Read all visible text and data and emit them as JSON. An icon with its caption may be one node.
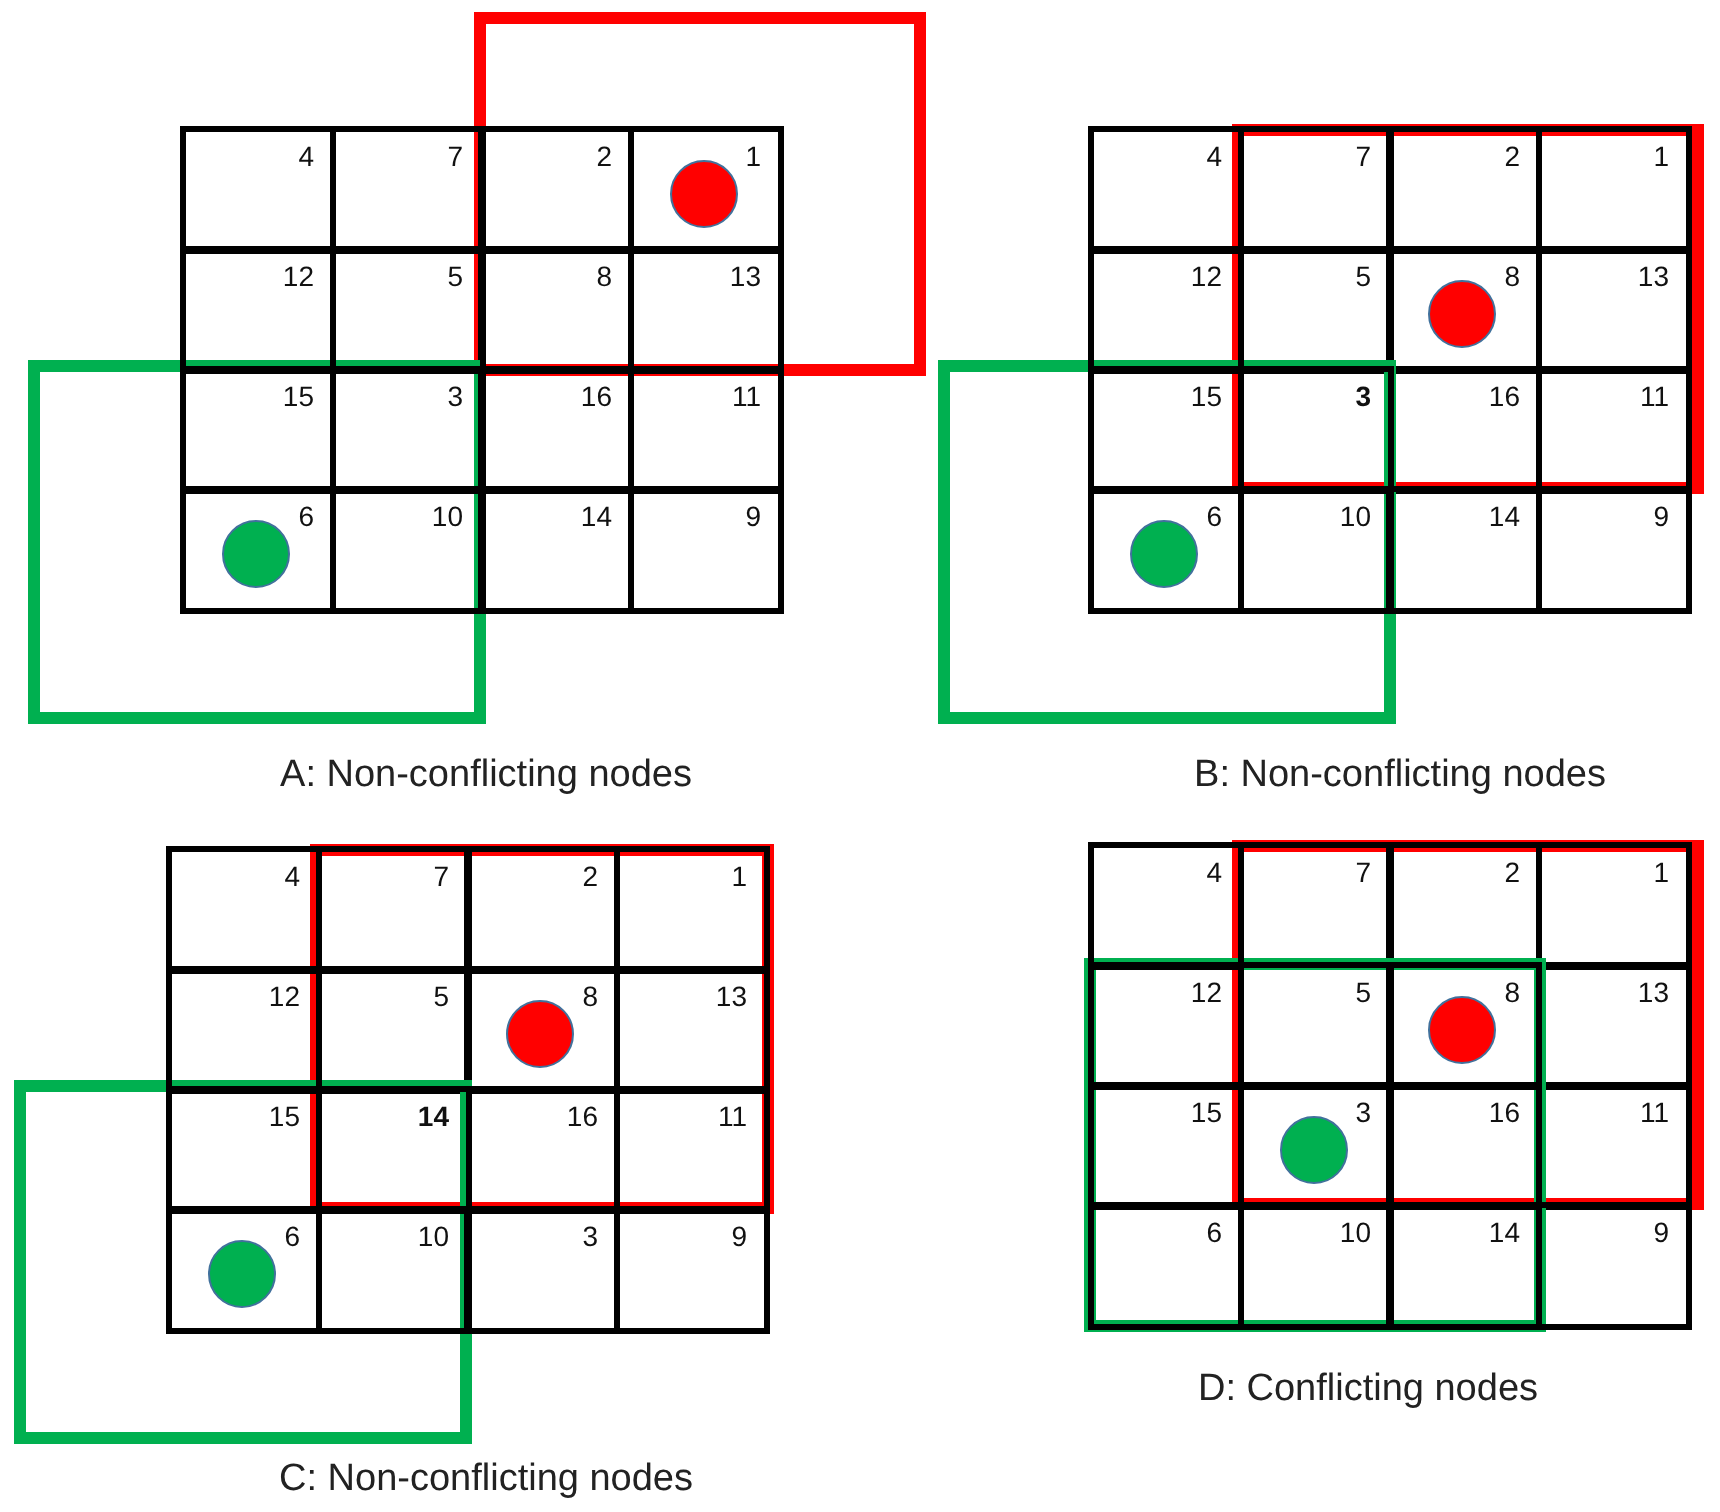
{
  "diagram": {
    "nodes": [
      {
        "text": [],
        "shape": "box"
      },
      {
        "text": [],
        "shape": "box"
      },
      {
        "text": [
          "4"
        ]
      },
      {
        "text": [
          "7"
        ]
      },
      {
        "text": [
          "2"
        ],
        "in": 0
      },
      {
        "text": [
          "1"
        ],
        "in": 0
      },
      {
        "text": [
          "12"
        ]
      },
      {
        "text": [
          "5"
        ]
      },
      {
        "text": [
          "8"
        ],
        "in": 0
      },
      {
        "text": [
          "13"
        ],
        "in": 0
      },
      {
        "text": [
          "15"
        ],
        "in": 1
      },
      {
        "text": [
          "3"
        ],
        "in": 1
      },
      {
        "text": [
          "16"
        ]
      },
      {
        "text": [
          "11"
        ]
      },
      {
        "text": [
          "6"
        ],
        "in": 1
      },
      {
        "text": [
          "10"
        ],
        "in": 1
      },
      {
        "text": [
          "14"
        ]
      },
      {
        "text": [
          "9"
        ]
      },
      {
        "text": [],
        "shape": "circle",
        "in": 5
      },
      {
        "text": [],
        "shape": "circle",
        "in": 14
      },
      {
        "text": [],
        "shape": "box"
      },
      {
        "text": [],
        "shape": "box"
      },
      {
        "text": [
          "4"
        ]
      },
      {
        "text": [
          "7"
        ],
        "in": 20
      },
      {
        "text": [
          "2"
        ],
        "in": 20
      },
      {
        "text": [
          "1"
        ],
        "in": 20
      },
      {
        "text": [
          "12"
        ]
      },
      {
        "text": [
          "5"
        ],
        "in": 20
      },
      {
        "text": [
          "8"
        ],
        "in": 20
      },
      {
        "text": [
          "13"
        ],
        "in": 20
      },
      {
        "text": [
          "15"
        ],
        "in": 21
      },
      {
        "text": [
          "**3**"
        ]
      },
      {
        "text": [
          "16"
        ],
        "in": 20
      },
      {
        "text": [
          "11"
        ],
        "in": 20
      },
      {
        "text": [
          "6"
        ],
        "in": 21
      },
      {
        "text": [
          "10"
        ],
        "in": 21
      },
      {
        "text": [
          "14"
        ]
      },
      {
        "text": [
          "9"
        ]
      },
      {
        "text": [],
        "shape": "circle",
        "in": 28
      },
      {
        "text": [],
        "shape": "circle",
        "in": 34
      },
      {
        "text": [],
        "shape": "box"
      },
      {
        "text": [],
        "shape": "box"
      },
      {
        "text": [
          "4"
        ]
      },
      {
        "text": [
          "7"
        ],
        "in": 40
      },
      {
        "text": [
          "2"
        ],
        "in": 40
      },
      {
        "text": [
          "1"
        ],
        "in": 40
      },
      {
        "text": [
          "12"
        ]
      },
      {
        "text": [
          "5"
        ],
        "in": 40
      },
      {
        "text": [
          "8"
        ],
        "in": 40
      },
      {
        "text": [
          "13"
        ],
        "in": 40
      },
      {
        "text": [
          "15"
        ],
        "in": 41
      },
      {
        "text": [
          "**14**"
        ]
      },
      {
        "text": [
          "16"
        ],
        "in": 40
      },
      {
        "text": [
          "11"
        ],
        "in": 40
      },
      {
        "text": [
          "6"
        ],
        "in": 41
      },
      {
        "text": [
          "10"
        ],
        "in": 41
      },
      {
        "text": [
          "3"
        ]
      },
      {
        "text": [
          "9"
        ]
      },
      {
        "text": [],
        "shape": "circle",
        "in": 48
      },
      {
        "text": [],
        "shape": "circle",
        "in": 54
      },
      {
        "text": [],
        "shape": "box"
      },
      {
        "text": [],
        "shape": "box"
      },
      {
        "text": [
          "4"
        ]
      },
      {
        "text": [
          "7"
        ],
        "in": 60
      },
      {
        "text": [
          "2"
        ],
        "in": 60
      },
      {
        "text": [
          "1"
        ],
        "in": 60
      },
      {
        "text": [
          "12"
        ],
        "in": 61
      },
      {
        "text": [
          "5"
        ]
      },
      {
        "text": [
          "8"
        ]
      },
      {
        "text": [
          "13"
        ],
        "in": 60
      },
      {
        "text": [
          "15"
        ],
        "in": 61
      },
      {
        "text": [
          "3"
        ]
      },
      {
        "text": [
          "16"
        ]
      },
      {
        "text": [
          "11"
        ],
        "in": 60
      },
      {
        "text": [
          "6"
        ],
        "in": 61
      },
      {
        "text": [
          "10"
        ],
        "in": 61
      },
      {
        "text": [
          "14"
        ],
        "in": 61
      },
      {
        "text": [
          "9"
        ]
      },
      {
        "text": [],
        "shape": "circle",
        "in": 68
      },
      {
        "text": [],
        "shape": "circle",
        "in": 71
      }
    ],
    "labels": [
      "A: Non-conflicting nodes",
      "B: Non-conflicting nodes",
      "C: Non-conflicting nodes",
      "D: Conflicting nodes"
    ]
  }
}
